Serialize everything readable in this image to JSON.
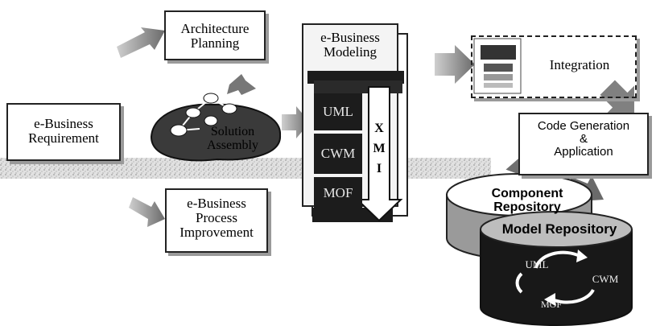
{
  "requirement": {
    "line1": "e-Business",
    "line2": "Requirement"
  },
  "architecture": {
    "line1": "Architecture",
    "line2": "Planning"
  },
  "solution": {
    "line1": "Solution",
    "line2": "Assembly"
  },
  "process": {
    "line1": "e-Business",
    "line2": "Process",
    "line3": "Improvement"
  },
  "modeling": {
    "line1": "e-Business",
    "line2": "Modeling",
    "layers": [
      "UML",
      "CWM",
      "MOF"
    ],
    "xmi": [
      "X",
      "M",
      "I"
    ]
  },
  "integration": {
    "label": "Integration"
  },
  "codegen": {
    "line1": "Code Generation",
    "line2": "&",
    "line3": "Application"
  },
  "component_repo": {
    "line1": "Component",
    "line2": "Repository"
  },
  "model_repo": {
    "title": "Model Repository",
    "uml": "UML",
    "cwm": "CWM",
    "mof": "MOF"
  },
  "colors": {
    "dark": "#1c1c1c",
    "arrow": "#8a8a8a",
    "border": "#222222",
    "shadow": "#9a9a9a"
  }
}
